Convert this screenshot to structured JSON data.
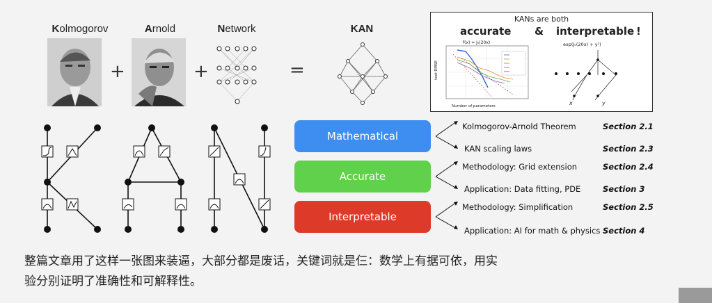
{
  "header": {
    "kolmogorov": {
      "initial": "K",
      "rest": "olmogorov"
    },
    "arnold": {
      "initial": "A",
      "rest": "rnold"
    },
    "network": {
      "initial": "N",
      "rest": "etwork"
    },
    "kan": "KAN",
    "plus": "+",
    "equals": "="
  },
  "inset": {
    "title": "KANs are both",
    "accurate": "accurate",
    "amp": "&",
    "interpretable": "interpretable",
    "bang": "!",
    "plot_formula": "f(x) = J₀(20x)",
    "plot_xlabel": "Number of parameters",
    "plot_ylabel": "test RMSE",
    "tree_formula": "exp(J₀(20x) + y²)",
    "tree_x": "x",
    "tree_y": "y"
  },
  "pillars": [
    {
      "label": "Mathematical",
      "color": "#3d8ef0",
      "items": [
        {
          "text": "Kolmogorov-Arnold Theorem",
          "section": "Section 2.1"
        },
        {
          "text": "KAN scaling laws",
          "section": "Section 2.3"
        }
      ]
    },
    {
      "label": "Accurate",
      "color": "#5fd14a",
      "items": [
        {
          "text": "Methodology: Grid extension",
          "section": "Section 2.4"
        },
        {
          "text": "Application: Data fitting, PDE",
          "section": "Section 3"
        }
      ]
    },
    {
      "label": "Interpretable",
      "color": "#dd3a2a",
      "items": [
        {
          "text": "Methodology: Simplification",
          "section": "Section 2.5"
        },
        {
          "text": "Application: AI for math & physics",
          "section": "Section 4"
        }
      ]
    }
  ],
  "caption": {
    "line1": "整篇文章用了这样一张图来装逼，大部分都是废话，关键词就是仨：数学上有据可依，用实",
    "line2": "验分别证明了准确性和可解释性。"
  },
  "colors": {
    "node": "#111111",
    "edge": "#111111"
  }
}
